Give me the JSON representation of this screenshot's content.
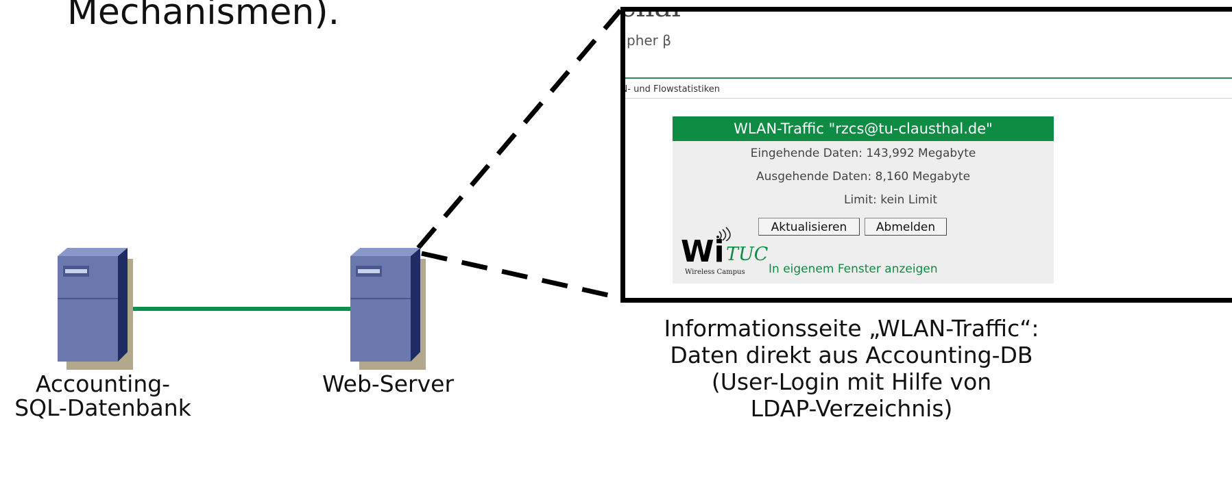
{
  "slide": {
    "heading": "Mechanismen)."
  },
  "diagram": {
    "db_server_label": "Accounting-\nSQL-Datenbank",
    "web_server_label": "Web-Server",
    "screenshot_caption": "Informationsseite „WLAN-Traffic“:\nDaten direkt aus Accounting-DB\n(User-Login mit Hilfe von\nLDAP-Verzeichnis)",
    "link_color": "#0a8f4e",
    "server_color": "#6a78ad"
  },
  "screenshot": {
    "header_title": "ciiai",
    "subtitle": "pher β",
    "nav_text": "iN- und Flowstatistiken",
    "panel_title": "WLAN-Traffic \"rzcs@tu-clausthal.de\"",
    "incoming": "Eingehende Daten: 143,992 Megabyte",
    "outgoing": "Ausgehende Daten: 8,160 Megabyte",
    "limit": "Limit: kein Limit",
    "refresh_button": "Aktualisieren",
    "logout_button": "Abmelden",
    "logo_wi": "Wi",
    "logo_tuc": "TUC",
    "logo_sub": "Wireless Campus",
    "popup_link": "In eigenem Fenster anzeigen",
    "accent_color": "#0f8c44"
  }
}
